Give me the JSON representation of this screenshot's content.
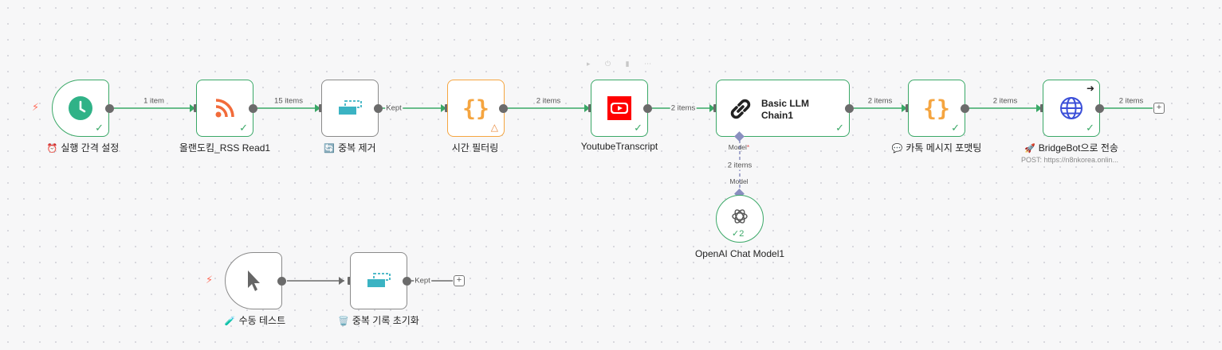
{
  "nodes": {
    "schedule": {
      "label": "실행 간격 설정",
      "emoji": "⏰"
    },
    "rss": {
      "label": "올랜도킴_RSS Read1"
    },
    "dedup": {
      "label": "중복 제거",
      "emoji": "🔄"
    },
    "filter": {
      "label": "시간 필터링"
    },
    "youtube": {
      "label": "YoutubeTranscript"
    },
    "llm": {
      "title_line1": "Basic LLM",
      "title_line2": "Chain1",
      "sub_model_label": "Model",
      "sub_required_mark": "*"
    },
    "kakao": {
      "label": "카톡 메시지 포맷팅",
      "emoji": "💬"
    },
    "bridge": {
      "label": "BridgeBot으로 전송",
      "emoji": "🚀",
      "subtitle": "POST: https://n8nkorea.onlin..."
    },
    "openai": {
      "label": "OpenAI Chat Model1",
      "badge": "2",
      "port_label": "Model"
    },
    "manual": {
      "label": "수동 테스트",
      "emoji": "🧪"
    },
    "reset": {
      "label": "중복 기록 초기화",
      "emoji": "🗑️"
    }
  },
  "connections": {
    "schedule_rss": "1 item",
    "rss_dedup": "15 items",
    "dedup_filter": "Kept",
    "filter_youtube": "2 items",
    "youtube_llm": "2 items",
    "llm_kakao": "2 items",
    "kakao_bridge": "2 items",
    "bridge_out": "2 items",
    "openai_llm": "2 items",
    "manual_reset": "",
    "reset_out": "Kept"
  },
  "toolbar": {
    "icons": [
      "play-icon",
      "power-icon",
      "trash-icon",
      "more-icon"
    ],
    "glyphs": "▸ ⏻ ▮ ⋯"
  },
  "icons": {
    "check": "✓",
    "bolt": "⚡",
    "plus": "+",
    "warning": "△",
    "open_arrow": "➜"
  },
  "colors": {
    "success": "#3aa867",
    "trigger_bolt": "#ff6d5a",
    "code_orange": "#f5a540",
    "youtube_red": "#ff0000",
    "rss_orange": "#f26b3a",
    "teal": "#3bb3c3",
    "globe_blue": "#3b4fd8"
  }
}
